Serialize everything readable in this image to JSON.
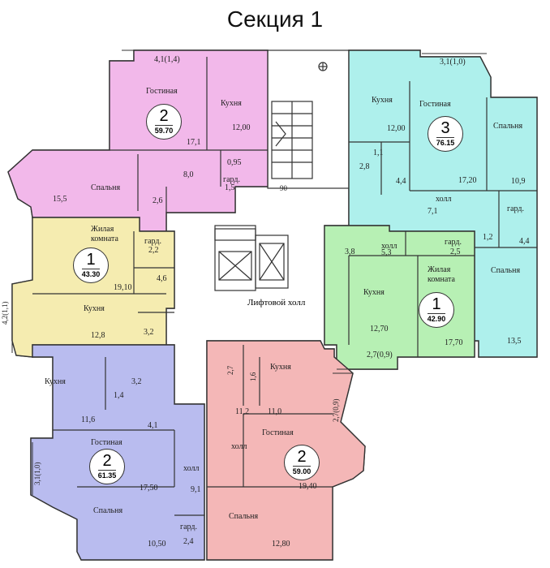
{
  "title": "Секция 1",
  "colors": {
    "pink": "#f2b8ea",
    "cyan": "#aef0ec",
    "yellow": "#f5ecb0",
    "green": "#b7f0b4",
    "blue": "#b9bcef",
    "red": "#f4b7b7",
    "wall": "#333333"
  },
  "apartments": [
    {
      "id": "pink",
      "rooms": "2",
      "area": "59.70"
    },
    {
      "id": "cyan",
      "rooms": "3",
      "area": "76.15"
    },
    {
      "id": "yellow",
      "rooms": "1",
      "area": "43.30"
    },
    {
      "id": "green",
      "rooms": "1",
      "area": "42.90"
    },
    {
      "id": "blue",
      "rooms": "2",
      "area": "61.35"
    },
    {
      "id": "red",
      "rooms": "2",
      "area": "59.00"
    }
  ],
  "labels": {
    "pink_balcony": "4,1(1,4)",
    "pink_living": "Гостиная",
    "pink_living_a": "17,1",
    "pink_kitchen": "Кухня",
    "pink_kitchen_a": "12,00",
    "pink_bed": "Спальня",
    "pink_bed_a": "15,5",
    "pink_hall_a": "8,0",
    "pink_bath_a": "0,95",
    "pink_wc_a": "2,6",
    "pink_ward": "гард.",
    "pink_ward_a": "1,5",
    "cyan_balcony": "3,1(1,0)",
    "cyan_kitchen": "Кухня",
    "cyan_kitchen_a": "12,00",
    "cyan_living": "Гостиная",
    "cyan_living_a": "17,20",
    "cyan_bed1": "Спальня",
    "cyan_bed1_a": "10,9",
    "cyan_hall": "холл",
    "cyan_hall_a": "7,1",
    "cyan_ward": "гард.",
    "cyan_ward_a": "4,4",
    "cyan_bed2": "Спальня",
    "cyan_bed2_a": "13,5",
    "cyan_bath_a": "1,1",
    "cyan_wc_a": "2,8",
    "cyan_corr_a": "4,4",
    "cyan_small_a": "1,2",
    "yellow_living1": "Жилая",
    "yellow_living2": "комната",
    "yellow_living_a": "19,10",
    "yellow_ward": "гард.",
    "yellow_ward_a": "2,2",
    "yellow_hall_a": "4,6",
    "yellow_kitchen": "Кухня",
    "yellow_kitchen_a": "12,8",
    "yellow_bath_a": "3,2",
    "yellow_balcony": "4,2(1,1)",
    "green_hall": "холл",
    "green_hall_a": "5,3",
    "green_wc_a": "3,8",
    "green_ward": "гард.",
    "green_ward_a": "2,5",
    "green_living1": "Жилая",
    "green_living2": "комната",
    "green_living_a": "17,70",
    "green_kitchen": "Кухня",
    "green_kitchen_a": "12,70",
    "green_balcony": "2,7(0,9)",
    "lift_hall": "Лифтовой холл",
    "stair_a": "90",
    "blue_kitchen": "Кухня",
    "blue_kitchen_a": "11,6",
    "blue_wc1_a": "1,4",
    "blue_bath_a": "3,2",
    "blue_hall_a": "4,1",
    "blue_living": "Гостиная",
    "blue_living_a": "17,50",
    "blue_hall2": "холл",
    "blue_hall2_a": "9,1",
    "blue_bed": "Спальня",
    "blue_bed_a": "10,50",
    "blue_ward": "гард.",
    "blue_ward_a": "2,4",
    "blue_balcony": "3,1(1,0)",
    "red_wc_a": "2,7",
    "red_bath_a": "1,6",
    "red_kitchen": "Кухня",
    "red_kitchen_a": "11,0",
    "red_hall_a": "11,2",
    "red_balcony": "2,7(0,9)",
    "red_hall": "холл",
    "red_living": "Гостиная",
    "red_living_a": "19,40",
    "red_bed": "Спальня",
    "red_bed_a": "12,80"
  }
}
